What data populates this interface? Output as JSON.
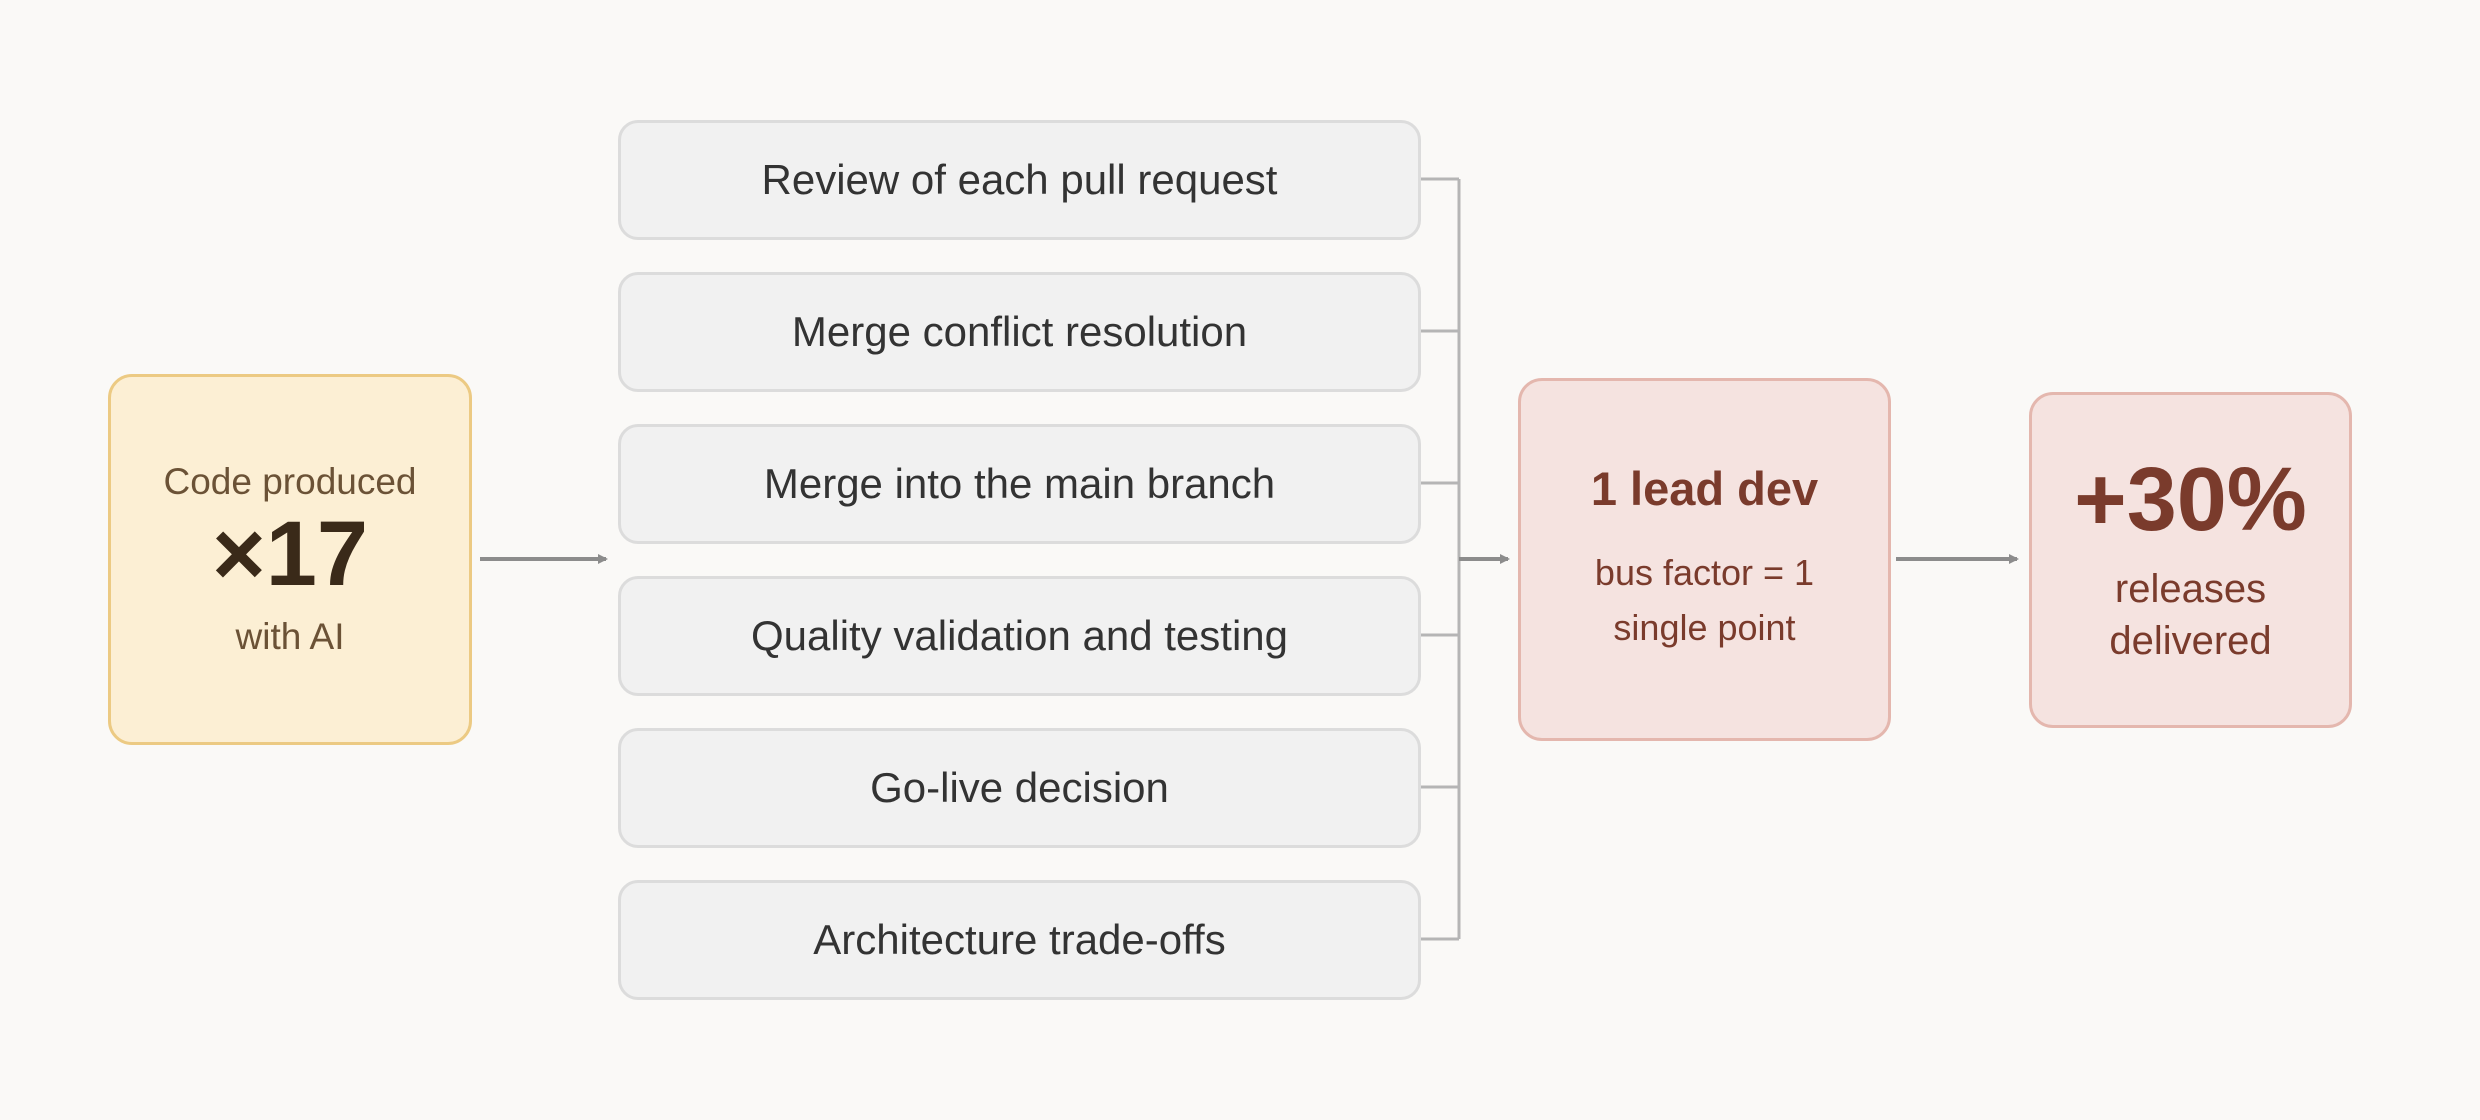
{
  "input": {
    "label_top": "Code produced",
    "value": "×17",
    "label_bottom": "with AI"
  },
  "tasks": [
    {
      "label": "Review of each pull request"
    },
    {
      "label": "Merge conflict resolution"
    },
    {
      "label": "Merge into the main branch"
    },
    {
      "label": "Quality validation and testing"
    },
    {
      "label": "Go-live decision"
    },
    {
      "label": "Architecture trade-offs"
    }
  ],
  "bottleneck": {
    "title": "1 lead dev",
    "line1": "bus factor = 1",
    "line2": "single point"
  },
  "result": {
    "value": "+30%",
    "label": "releases delivered"
  },
  "colors": {
    "input_fill": "#fcefd4",
    "input_border": "#ecca83",
    "task_fill": "#f1f1f1",
    "task_border": "#dcdcdc",
    "highlight_fill": "#f5e3e0",
    "highlight_border": "#e4b7ae",
    "highlight_text": "#7a3b2c",
    "connector": "#8c8c8c"
  }
}
